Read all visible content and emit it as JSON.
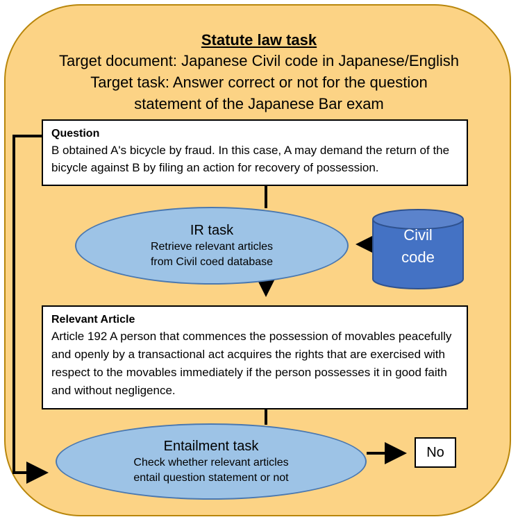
{
  "header": {
    "title": "Statute law task",
    "line1": "Target document: Japanese Civil code in Japanese/English",
    "line2": "Target task: Answer correct or not for the question",
    "line3": "statement of the Japanese Bar exam"
  },
  "question": {
    "heading": "Question",
    "text": "B obtained A's bicycle by fraud. In this case, A may demand the return of the bicycle against B by filing an action for recovery of possession."
  },
  "ir_task": {
    "title": "IR task",
    "line1": "Retrieve relevant articles",
    "line2": "from Civil coed database"
  },
  "database": {
    "line1": "Civil",
    "line2": "code"
  },
  "relevant_article": {
    "heading": "Relevant Article",
    "text": "Article 192 A person that commences the possession of movables peacefully and openly by a transactional act acquires the rights that are exercised with respect to the movables immediately if the person possesses it in good faith and without negligence."
  },
  "entailment_task": {
    "title": "Entailment task",
    "line1": "Check whether relevant articles",
    "line2": "entail question statement or not"
  },
  "output": {
    "label": "No"
  },
  "colors": {
    "background": "#fcd385",
    "ellipse_fill": "#9dc3e6",
    "database_fill": "#4472c4"
  }
}
